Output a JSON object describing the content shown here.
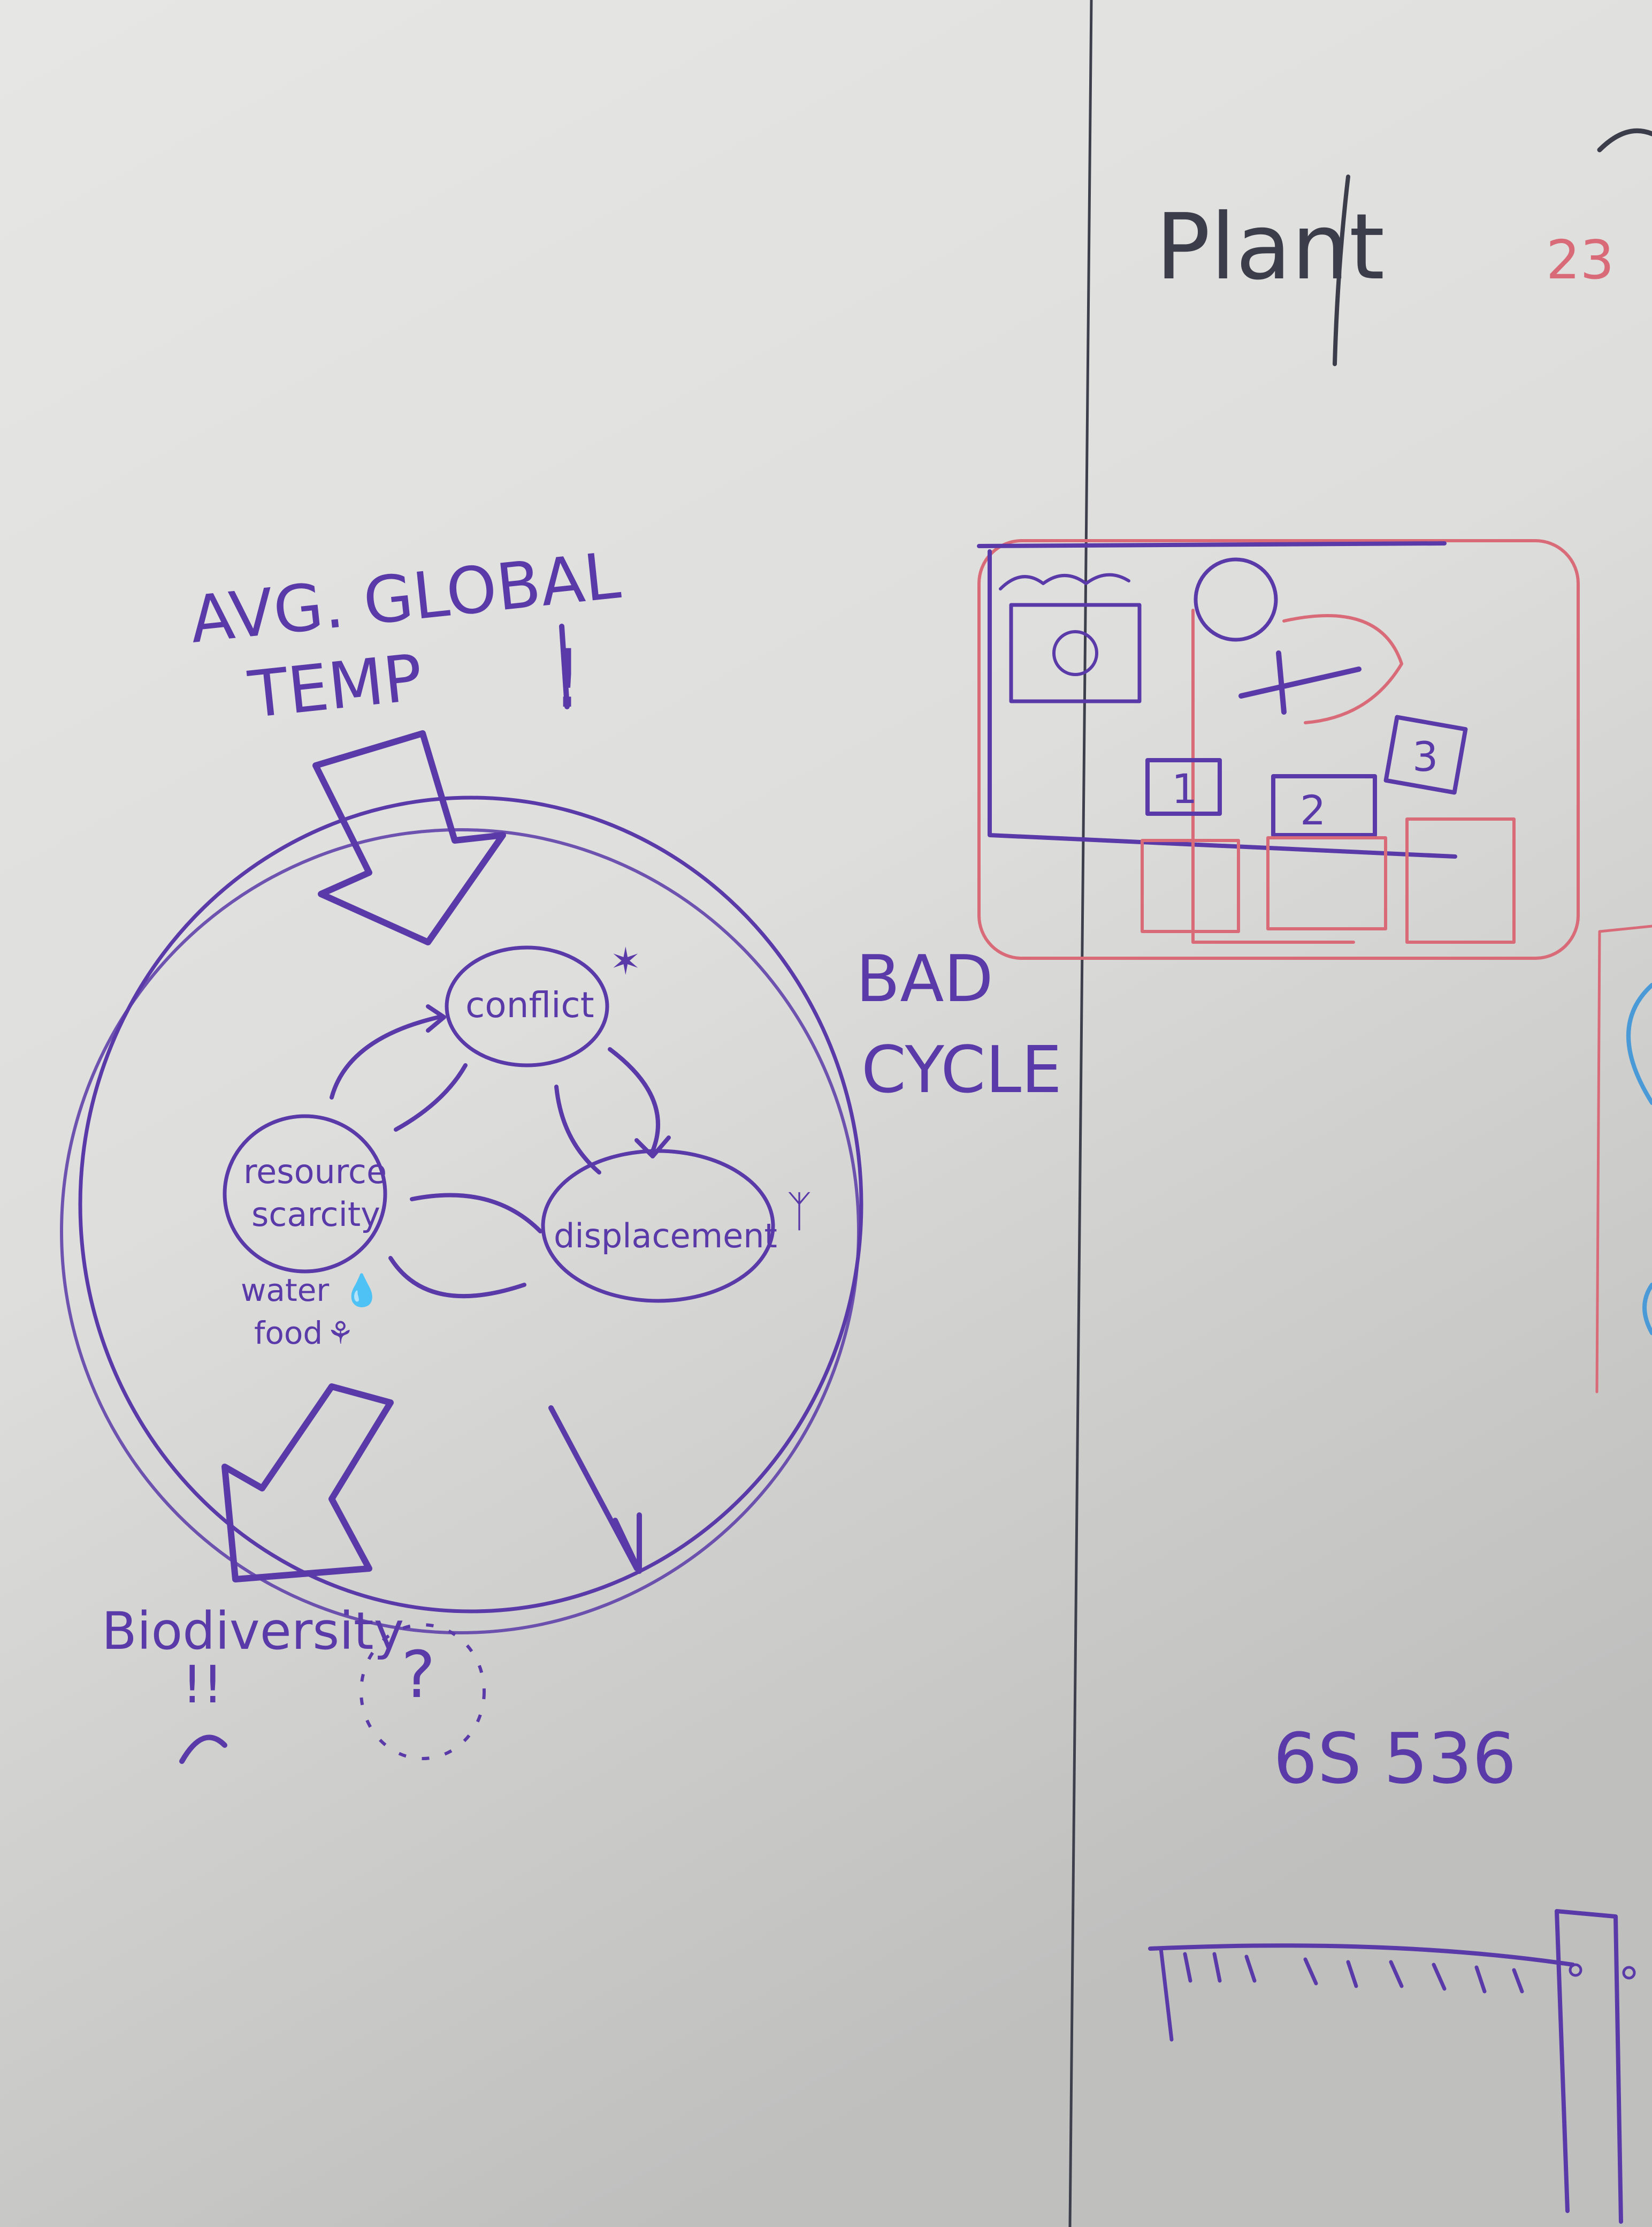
{
  "board": {
    "left_panel": {
      "heading_line1": "AVG. GLOBAL",
      "heading_line2": "TEMP",
      "heading_mark": "!",
      "cycle_nodes": {
        "conflict": "conflict",
        "resource_line1": "resource",
        "resource_line2": "scarcity",
        "displacement": "displacement"
      },
      "resource_notes": {
        "water": "water",
        "food": "food"
      },
      "side_label_line1": "BAD",
      "side_label_line2": "CYCLE",
      "outcome_label": "Biodiversity",
      "outcome_marks": "!!",
      "question_mark": "?"
    },
    "right_panel": {
      "top_word": "Plant",
      "red_digits": "23",
      "sketch_boxes": [
        "1",
        "2",
        "3"
      ],
      "room_code": "6S 536"
    },
    "colors": {
      "board_bg": "#d8d8d6",
      "purple_ink": "#5a3aa8",
      "red_ink": "#d96a78",
      "dark_ink": "#3c3d4a",
      "blue_ink": "#4a9ad8"
    }
  }
}
